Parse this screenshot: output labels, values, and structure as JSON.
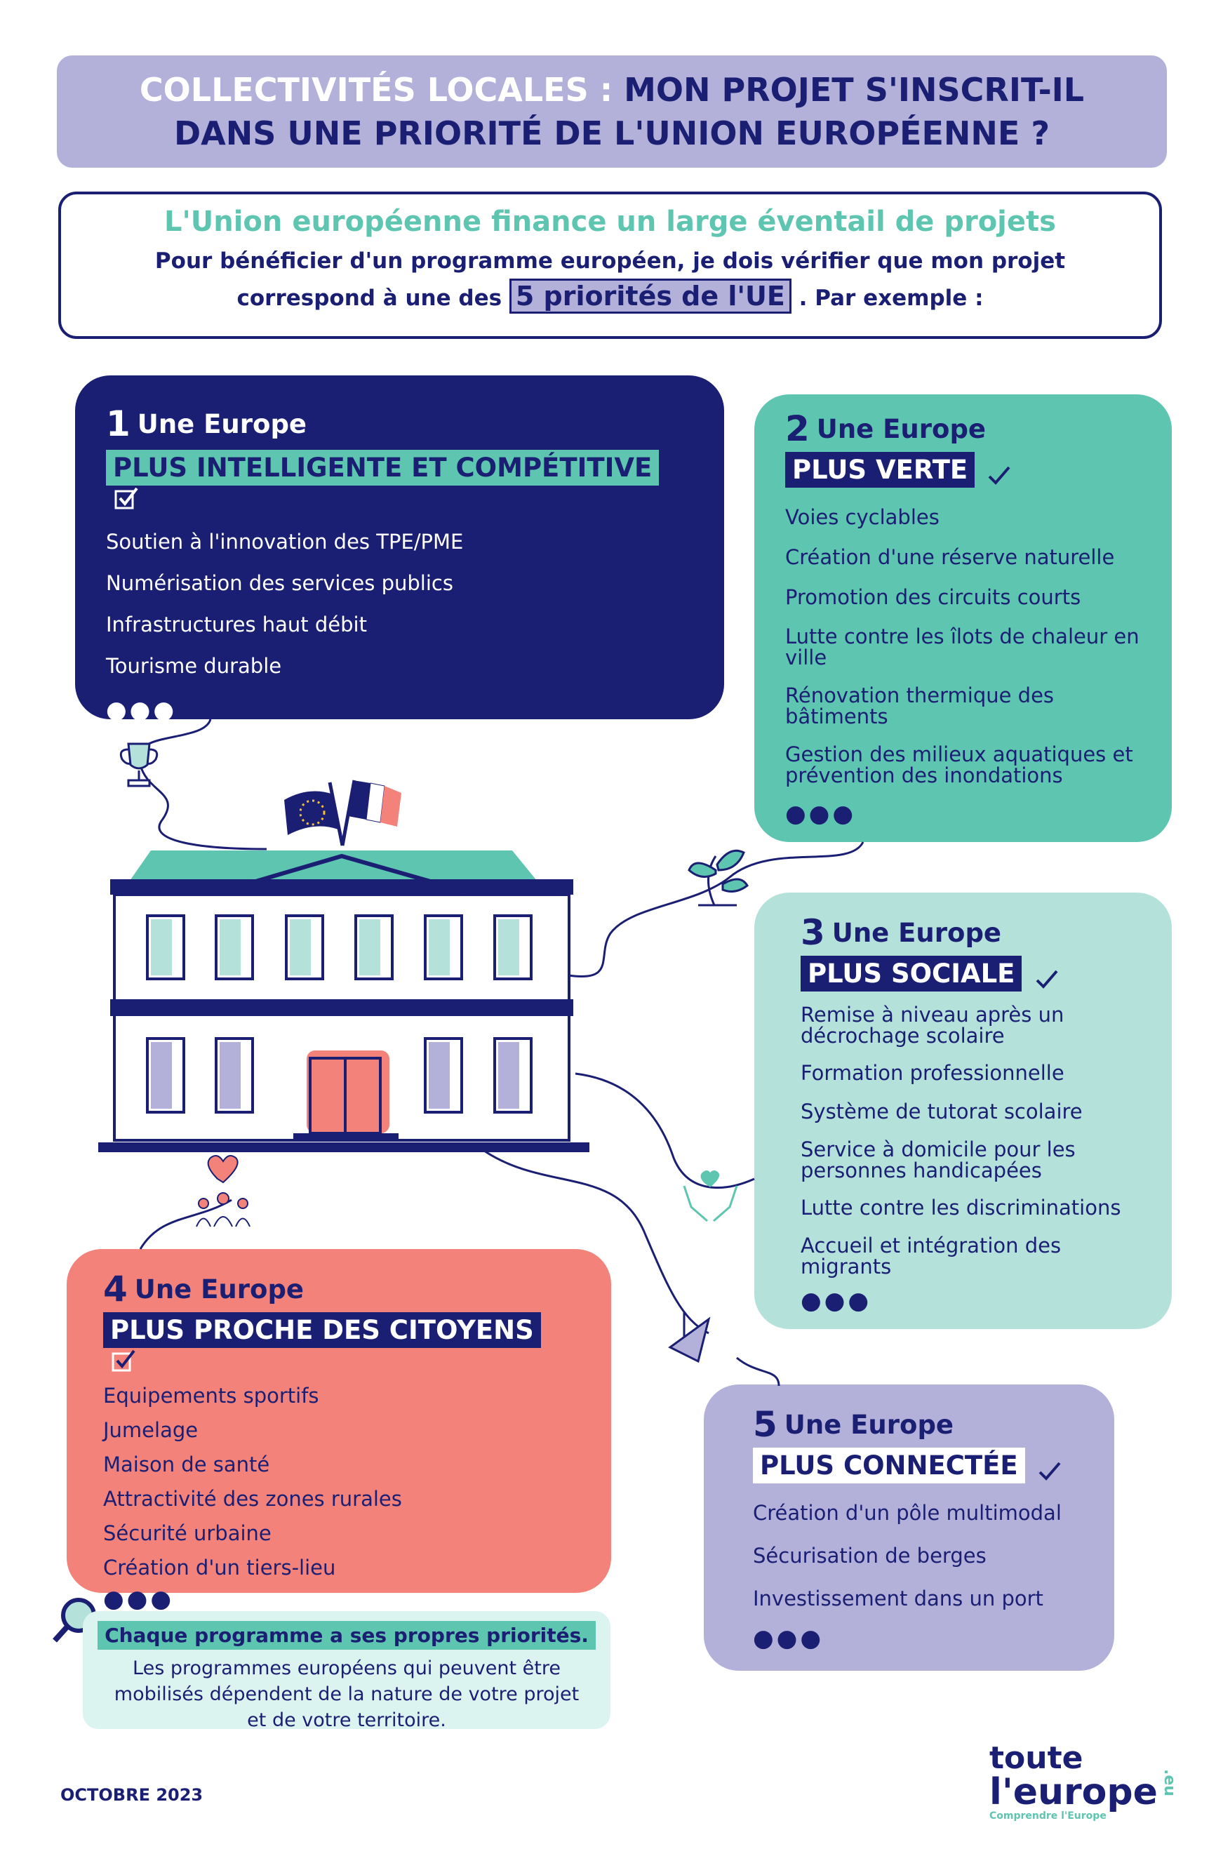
{
  "title": {
    "part1": "COLLECTIVITÉS LOCALES :",
    "part2": "MON PROJET S'INSCRIT-IL",
    "line2": "DANS UNE PRIORITÉ DE L'UNION EUROPÉENNE ?"
  },
  "intro": {
    "heading": "L'Union européenne finance un large éventail de projets",
    "line1": "Pour bénéficier d'un programme européen, je dois vérifier que mon projet",
    "line2_prefix": "correspond à une des",
    "highlight": "5 priorités de l'UE",
    "line2_suffix": ". Par exemple :"
  },
  "priorities": [
    {
      "number": "1",
      "prefix": "Une Europe",
      "label": "PLUS INTELLIGENTE ET COMPÉTITIVE",
      "items": [
        "Soutien à l'innovation des TPE/PME",
        "Numérisation des services publics",
        "Infrastructures haut débit",
        "Tourisme durable"
      ],
      "more": "●●●"
    },
    {
      "number": "2",
      "prefix": "Une Europe",
      "label": "PLUS VERTE",
      "items": [
        "Voies cyclables",
        "Création d'une réserve naturelle",
        "Promotion des circuits courts",
        "Lutte contre les îlots de chaleur en ville",
        "Rénovation thermique des bâtiments",
        "Gestion des milieux aquatiques et prévention des inondations"
      ],
      "more": "●●●"
    },
    {
      "number": "3",
      "prefix": "Une Europe",
      "label": "PLUS SOCIALE",
      "items": [
        "Remise à niveau après un décrochage scolaire",
        "Formation professionnelle",
        "Système de tutorat scolaire",
        "Service à domicile pour les personnes handicapées",
        "Lutte contre les discriminations",
        "Accueil et intégration des migrants"
      ],
      "more": "●●●"
    },
    {
      "number": "4",
      "prefix": "Une Europe",
      "label": "PLUS PROCHE DES CITOYENS",
      "items": [
        "Equipements sportifs",
        "Jumelage",
        "Maison de santé",
        "Attractivité des zones rurales",
        "Sécurité urbaine",
        "Création d'un tiers-lieu"
      ],
      "more": "●●●"
    },
    {
      "number": "5",
      "prefix": "Une Europe",
      "label": "PLUS CONNECTÉE",
      "items": [
        "Création d'un pôle multimodal",
        "Sécurisation de berges",
        "Investissement dans un port"
      ],
      "more": "●●●"
    }
  ],
  "info": {
    "title": "Chaque programme a ses propres priorités.",
    "line1": "Les programmes européens qui peuvent être",
    "line2": "mobilisés dépendent de la nature de votre projet",
    "line3": "et de votre territoire."
  },
  "date": "OCTOBRE 2023",
  "logo": {
    "line1": "toute",
    "line2": "l'europe",
    "suffix": ".eu",
    "tagline": "Comprendre l'Europe"
  },
  "colors": {
    "navy": "#1b1f73",
    "teal": "#5ec5b0",
    "mint": "#b4e2db",
    "lavender": "#b3b0da",
    "coral": "#f3837a"
  },
  "icons": [
    "trophy-icon",
    "plant-icon",
    "hands-heart-icon",
    "people-heart-icon",
    "paper-plane-icon",
    "magnifier-icon",
    "check-icon",
    "eu-flag-icon",
    "french-flag-icon"
  ]
}
